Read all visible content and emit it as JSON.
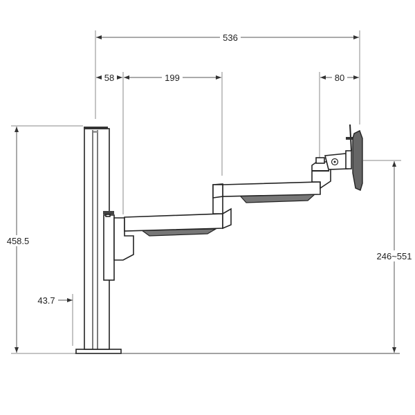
{
  "title": "Monitor arm side-view dimension drawing",
  "dimensions": {
    "total_reach": "536",
    "pole_offset": "58",
    "arm_length": "199",
    "head_offset": "80",
    "pole_height": "458.5",
    "pole_width": "43.7",
    "height_range": "246~551"
  },
  "colors": {
    "line": "#222222",
    "shade": "#777777"
  }
}
